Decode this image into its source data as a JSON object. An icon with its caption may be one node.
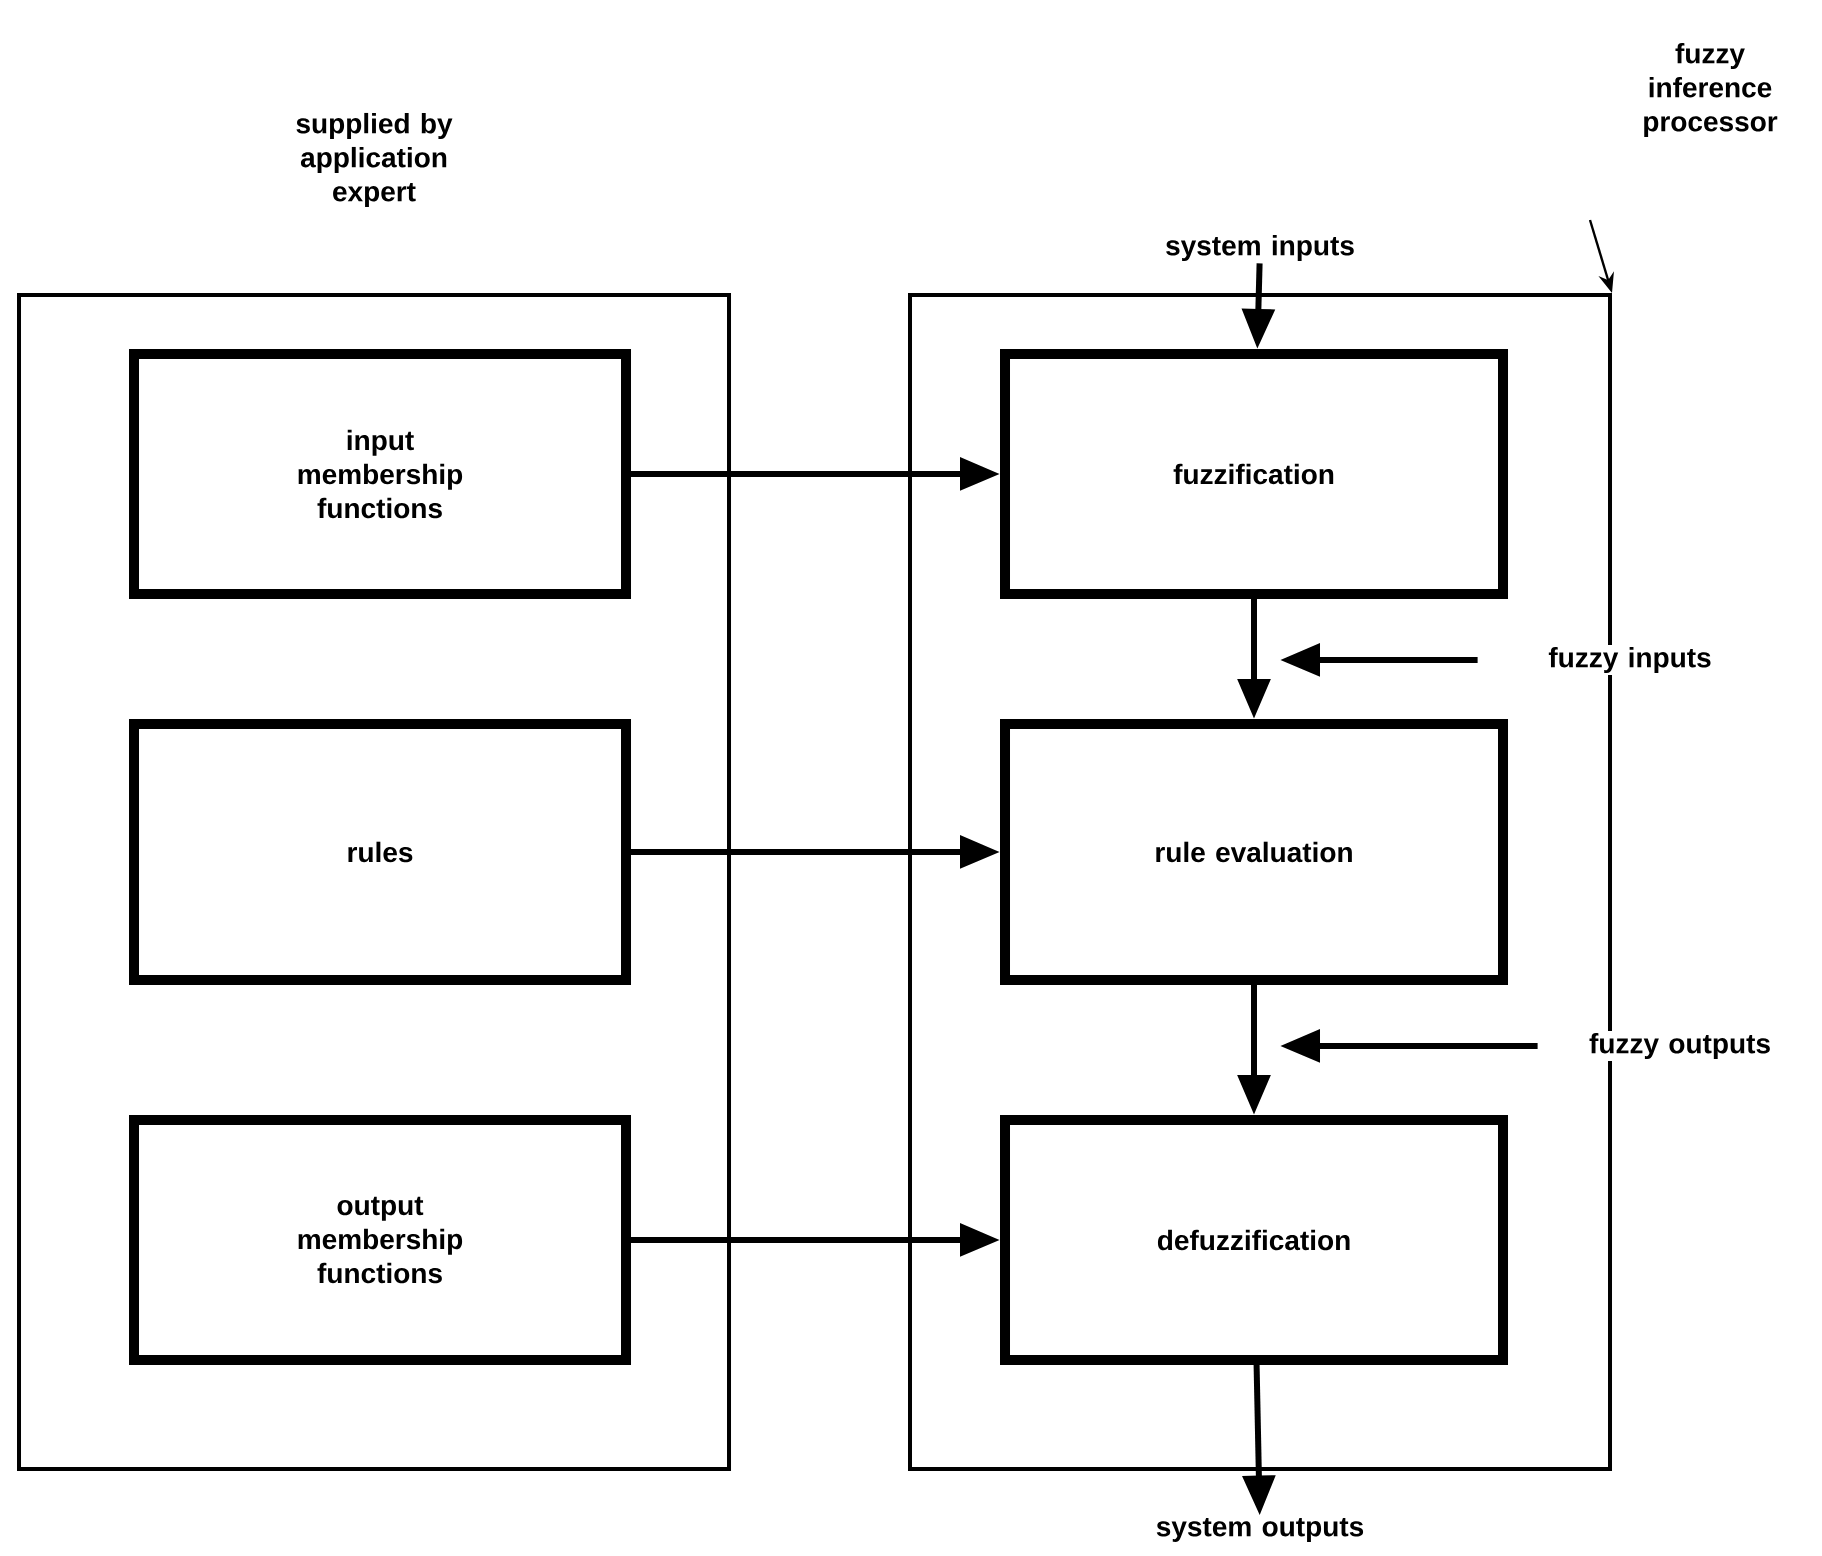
{
  "diagram": {
    "nodes": [
      {
        "text": [
          "supplied by application expert"
        ]
      },
      {
        "text": [
          "input membership functions"
        ],
        "in": 0
      },
      {
        "text": [
          "rules"
        ],
        "in": 0
      },
      {
        "text": [
          "output membership functions"
        ],
        "in": 0
      },
      {
        "text": [
          "fuzzy inference processor"
        ]
      },
      {
        "text": [],
        "shape": "box"
      },
      {
        "text": [
          "fuzzification"
        ],
        "in": 5
      },
      {
        "text": [
          "rule evaluation"
        ],
        "in": 5
      },
      {
        "text": [
          "defuzzification"
        ],
        "in": 5
      },
      {
        "text": [
          "system inputs"
        ]
      },
      {
        "text": [
          "fuzzy inputs"
        ]
      },
      {
        "text": [
          "fuzzy outputs"
        ]
      },
      {
        "text": [
          "system outputs"
        ]
      }
    ],
    "edges": [
      {
        "from": 1,
        "to": 6,
        "arrow": "to"
      },
      {
        "from": 2,
        "to": 7,
        "arrow": "to"
      },
      {
        "from": 3,
        "to": 8,
        "arrow": "to"
      },
      {
        "from": 4,
        "to": 5,
        "arrow": "to"
      },
      {
        "from": 9,
        "to": 6,
        "arrow": "to"
      },
      {
        "from": 6,
        "to": 7,
        "arrow": "to"
      },
      {
        "from": 10,
        "to": null,
        "arrow": "to"
      },
      {
        "from": 7,
        "to": 8,
        "arrow": "to"
      },
      {
        "from": 11,
        "to": null,
        "arrow": "to"
      },
      {
        "from": 8,
        "to": 12,
        "arrow": "to"
      }
    ]
  }
}
